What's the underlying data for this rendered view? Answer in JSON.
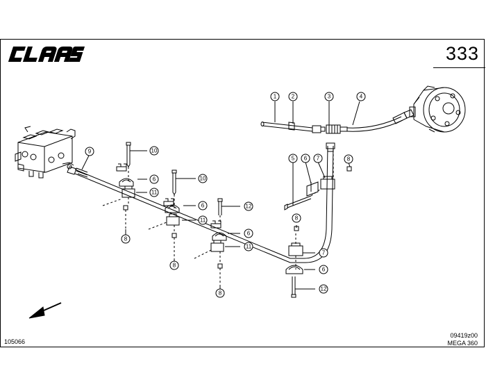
{
  "header": {
    "brand": "CLAAS",
    "page_number": "333"
  },
  "footer": {
    "document_id": "105066",
    "reference_code": "09419z00",
    "model": "MEGA 360"
  },
  "callouts": [
    "1",
    "2",
    "3",
    "4",
    "5",
    "6",
    "7",
    "8",
    "9",
    "10",
    "11",
    "12"
  ],
  "colors": {
    "line": "#000000",
    "background": "#ffffff"
  }
}
